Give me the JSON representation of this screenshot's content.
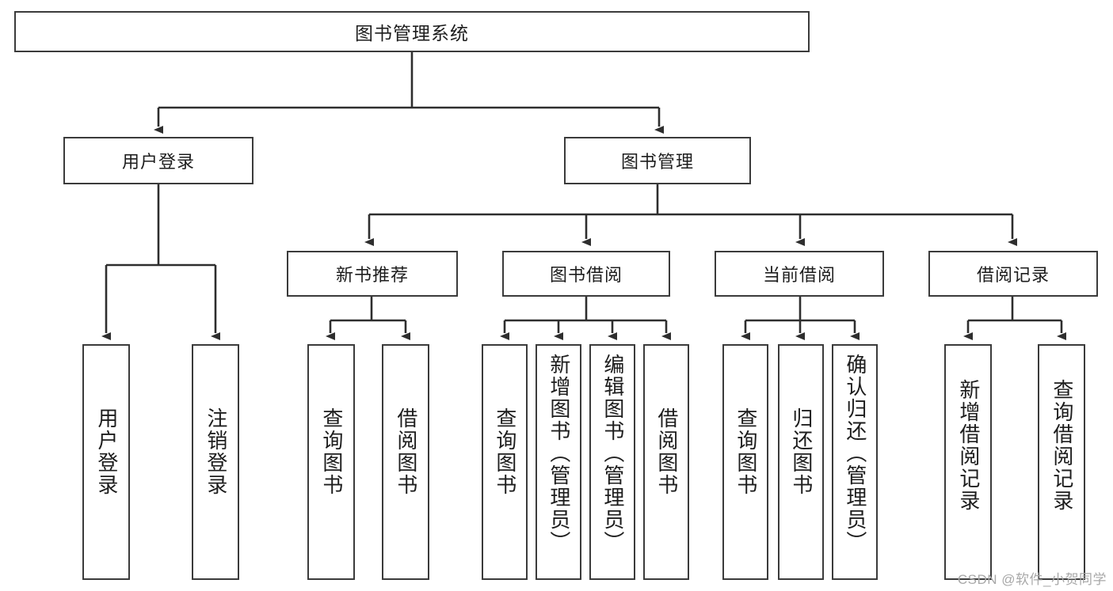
{
  "diagram": {
    "title": "图书管理系统",
    "type": "tree-hierarchy",
    "root": {
      "label": "图书管理系统"
    },
    "tier2": [
      {
        "label": "用户登录"
      },
      {
        "label": "图书管理"
      }
    ],
    "tier3": [
      {
        "label": "新书推荐"
      },
      {
        "label": "图书借阅"
      },
      {
        "label": "当前借阅"
      },
      {
        "label": "借阅记录"
      }
    ],
    "leaves": {
      "user_login": [
        {
          "label": "用户登录"
        },
        {
          "label": "注销登录"
        }
      ],
      "new_book": [
        {
          "label": "查询图书"
        },
        {
          "label": "借阅图书"
        }
      ],
      "book_borrow": [
        {
          "label": "查询图书"
        },
        {
          "label": "新增图书（管理员）"
        },
        {
          "label": "编辑图书（管理员）"
        },
        {
          "label": "借阅图书"
        }
      ],
      "current_borrow": [
        {
          "label": "查询图书"
        },
        {
          "label": "归还图书"
        },
        {
          "label": "确认归还（管理员）"
        }
      ],
      "borrow_record": [
        {
          "label": "新增借阅记录"
        },
        {
          "label": "查询借阅记录"
        }
      ]
    }
  },
  "watermark": {
    "text": "CSDN @软件_小贺同学"
  },
  "colors": {
    "stroke": "#3b3b3b",
    "background": "#ffffff",
    "text": "#1d1d1d",
    "watermark": "#a8a8a8"
  }
}
